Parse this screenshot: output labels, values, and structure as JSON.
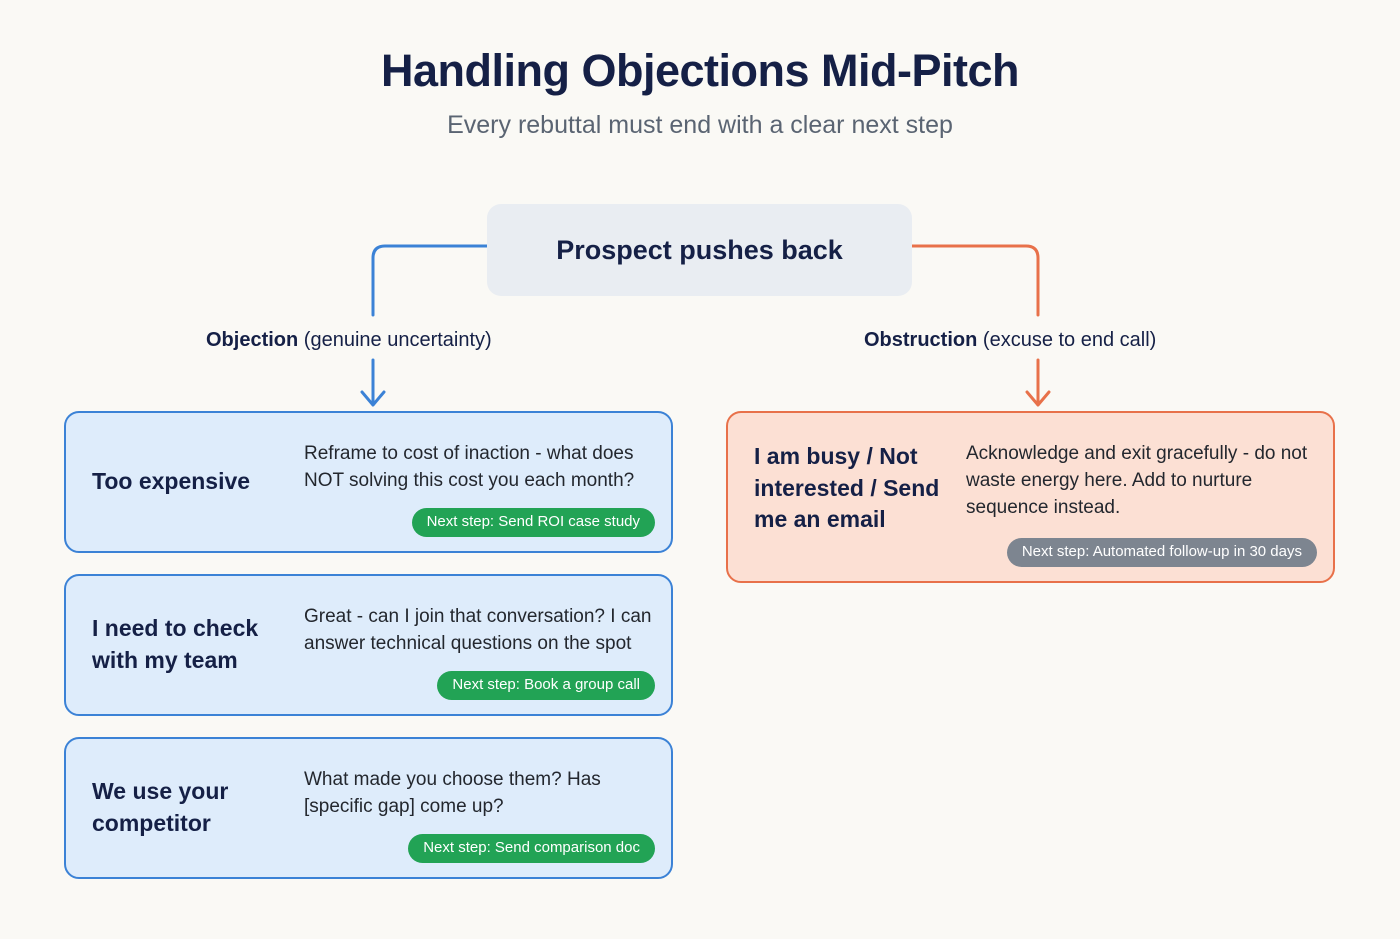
{
  "header": {
    "title": "Handling Objections Mid-Pitch",
    "subtitle": "Every rebuttal must end with a clear next step"
  },
  "diagram": {
    "type": "flowchart",
    "root": {
      "label": "Prospect pushes back"
    },
    "branches": [
      {
        "id": "objection",
        "label_strong": "Objection",
        "label_paren": "(genuine uncertainty)",
        "accent_color": "#3b82d6",
        "card_background": "#deecfb",
        "badge_color": "#22a355",
        "cards": [
          {
            "label": "Too expensive",
            "description": "Reframe to cost of inaction - what does NOT solving this cost you each month?",
            "badge": "Next step: Send ROI case study"
          },
          {
            "label": "I need to check with my team",
            "description": "Great - can I join that conversation? I can answer technical questions on the spot",
            "badge": "Next step: Book a group call"
          },
          {
            "label": "We use your competitor",
            "description": "What made you choose them? Has [specific gap] come up?",
            "badge": "Next step: Send comparison doc"
          }
        ]
      },
      {
        "id": "obstruction",
        "label_strong": "Obstruction",
        "label_paren": "(excuse to end call)",
        "accent_color": "#e8714a",
        "card_background": "#fce0d4",
        "badge_color": "#7d8590",
        "cards": [
          {
            "label": "I am busy / Not interested / Send me an email",
            "description": "Acknowledge and exit gracefully - do not waste energy here. Add to nurture sequence instead.",
            "badge": "Next step: Automated follow-up in 30 days"
          }
        ]
      }
    ]
  },
  "colors": {
    "background": "#faf9f5",
    "title": "#152046",
    "subtitle": "#5a6472",
    "root_background": "#e9edf2",
    "blue_accent": "#3b82d6",
    "orange_accent": "#e8714a",
    "green_badge": "#22a355",
    "gray_badge": "#7d8590"
  }
}
